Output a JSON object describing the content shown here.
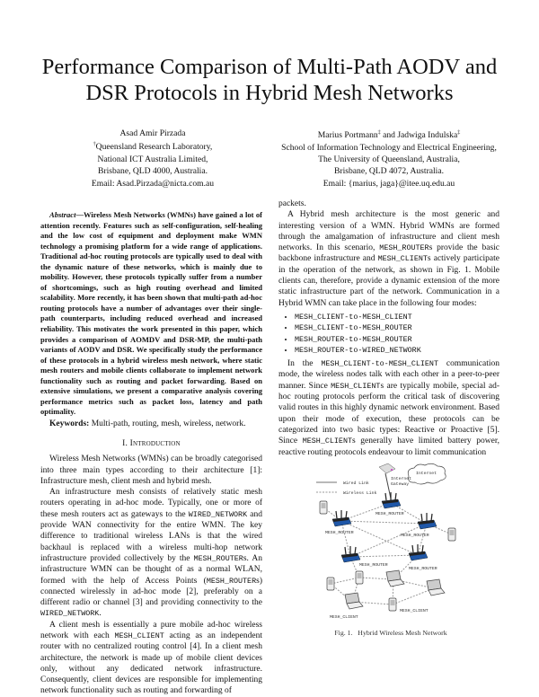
{
  "title": {
    "line1": "Performance Comparison of Multi-Path AODV and",
    "line2": "DSR Protocols in Hybrid Mesh Networks"
  },
  "authors": {
    "left": {
      "name": "Asad Amir Pirzada",
      "dagger": "†",
      "affil1": "Queensland Research Laboratory,",
      "affil2": "National ICT Australia Limited,",
      "affil3": "Brisbane, QLD 4000, Australia.",
      "email": "Email: Asad.Pirzada@nicta.com.au"
    },
    "right": {
      "name1": "Marius Portmann",
      "name_sep": " and Jadwiga Indulska",
      "dagger": "‡",
      "affil1": "School of Information Technology and Electrical Engineering,",
      "affil2": "The University of Queensland, Australia,",
      "affil3": "Brisbane, QLD 4072, Australia.",
      "email": "Email: {marius, jaga}@itee.uq.edu.au"
    }
  },
  "abstract": {
    "label": "Abstract",
    "dash": "—",
    "text": "Wireless Mesh Networks (WMNs) have gained a lot of attention recently. Features such as self-configuration, self-healing and the low cost of equipment and deployment make WMN technology a promising platform for a wide range of applications. Traditional ad-hoc routing protocols are typically used to deal with the dynamic nature of these networks, which is mainly due to mobility. However, these protocols typically suffer from a number of shortcomings, such as high routing overhead and limited scalability. More recently, it has been shown that multi-path ad-hoc routing protocols have a number of advantages over their single-path counterparts, including reduced overhead and increased reliability. This motivates the work presented in this paper, which provides a comparison of AOMDV and DSR-MP, the multi-path variants of AODV and DSR. We specifically study the performance of these protocols in a hybrid wireless mesh network, where static mesh routers and mobile clients collaborate to implement network functionality such as routing and packet forwarding. Based on extensive simulations, we present a comparative analysis covering performance metrics such as packet loss, latency and path optimality."
  },
  "keywords": {
    "label": "Keywords:",
    "text": " Multi-path, routing, mesh, wireless, network."
  },
  "section1": {
    "heading": "I. Introduction"
  },
  "intro": {
    "p1": "Wireless Mesh Networks (WMNs) can be broadly categorised into three main types according to their architecture [1]: Infrastructure mesh, client mesh and hybrid mesh.",
    "p2a": "An infrastructure mesh consists of relatively static mesh routers operating in ad-hoc mode. Typically, one or more of these mesh routers act as gateways to the ",
    "p2b": " and provide WAN connectivity for the entire WMN. The key difference to traditional wireless LANs is that the wired backhaul is replaced with a wireless multi-hop network infrastructure provided collectively by the ",
    "p2c": "s. An infrastructure WMN can be thought of as a normal WLAN, formed with the help of Access Points (",
    "p2d": "s) connected wirelessly in ad-hoc mode [2], preferably on a different radio or channel [3] and providing connectivity to the ",
    "p2e": ".",
    "p3a": "A client mesh is essentially a pure mobile ad-hoc wireless network with each ",
    "p3b": " acting as an independent router with no centralized routing control [4]. In a client mesh architecture, the network is made up of mobile client devices only, without any dedicated network infrastructure. Consequently, client devices are responsible for implementing network functionality such as routing and forwarding of",
    "p4": "packets.",
    "p5a": "A Hybrid mesh architecture is the most generic and interesting version of a WMN. Hybrid WMNs are formed through the amalgamation of infrastructure and client mesh networks. In this scenario, ",
    "p5b": "s provide the basic backbone infrastructure and ",
    "p5c": "s actively participate in the operation of the network, as shown in Fig. 1. Mobile clients can, therefore, provide a dynamic extension of the more static infrastructure part of the network. Communication in a Hybrid WMN can take place in the following four modes:",
    "modes": [
      "MESH_CLIENT-to-MESH_CLIENT",
      "MESH_CLIENT-to-MESH_ROUTER",
      "MESH_ROUTER-to-MESH_ROUTER",
      "MESH_ROUTER-to-WIRED_NETWORK"
    ],
    "p6a": "In the ",
    "p6b": " communication mode, the wireless nodes talk with each other in a peer-to-peer manner. Since ",
    "p6c": "s are typically mobile, special ad-hoc routing protocols perform the critical task of discovering valid routes in this highly dynamic network environment. Based upon their mode of execution, these protocols can be categorized into two basic types: Reactive or Proactive [5]. Since ",
    "p6d": "s generally have limited battery power, reactive routing protocols endeavour to limit communication"
  },
  "terms": {
    "wired": "WIRED_NETWORK",
    "router": "MESH_ROUTER",
    "client": "MESH_CLIENT",
    "c2c": "MESH_CLIENT-to-MESH_CLIENT"
  },
  "figure": {
    "legend_wired": "Wired Link",
    "legend_wireless": "Wireless Link",
    "internet": "Internet",
    "gateway1": "Internet",
    "gateway2": "Gateway",
    "router_label": "MESH_ROUTER",
    "client_label": "MESH_CLIENT",
    "caption": "Fig. 1.   Hybrid Wireless Mesh Network",
    "router_color": "#1f57a8"
  }
}
